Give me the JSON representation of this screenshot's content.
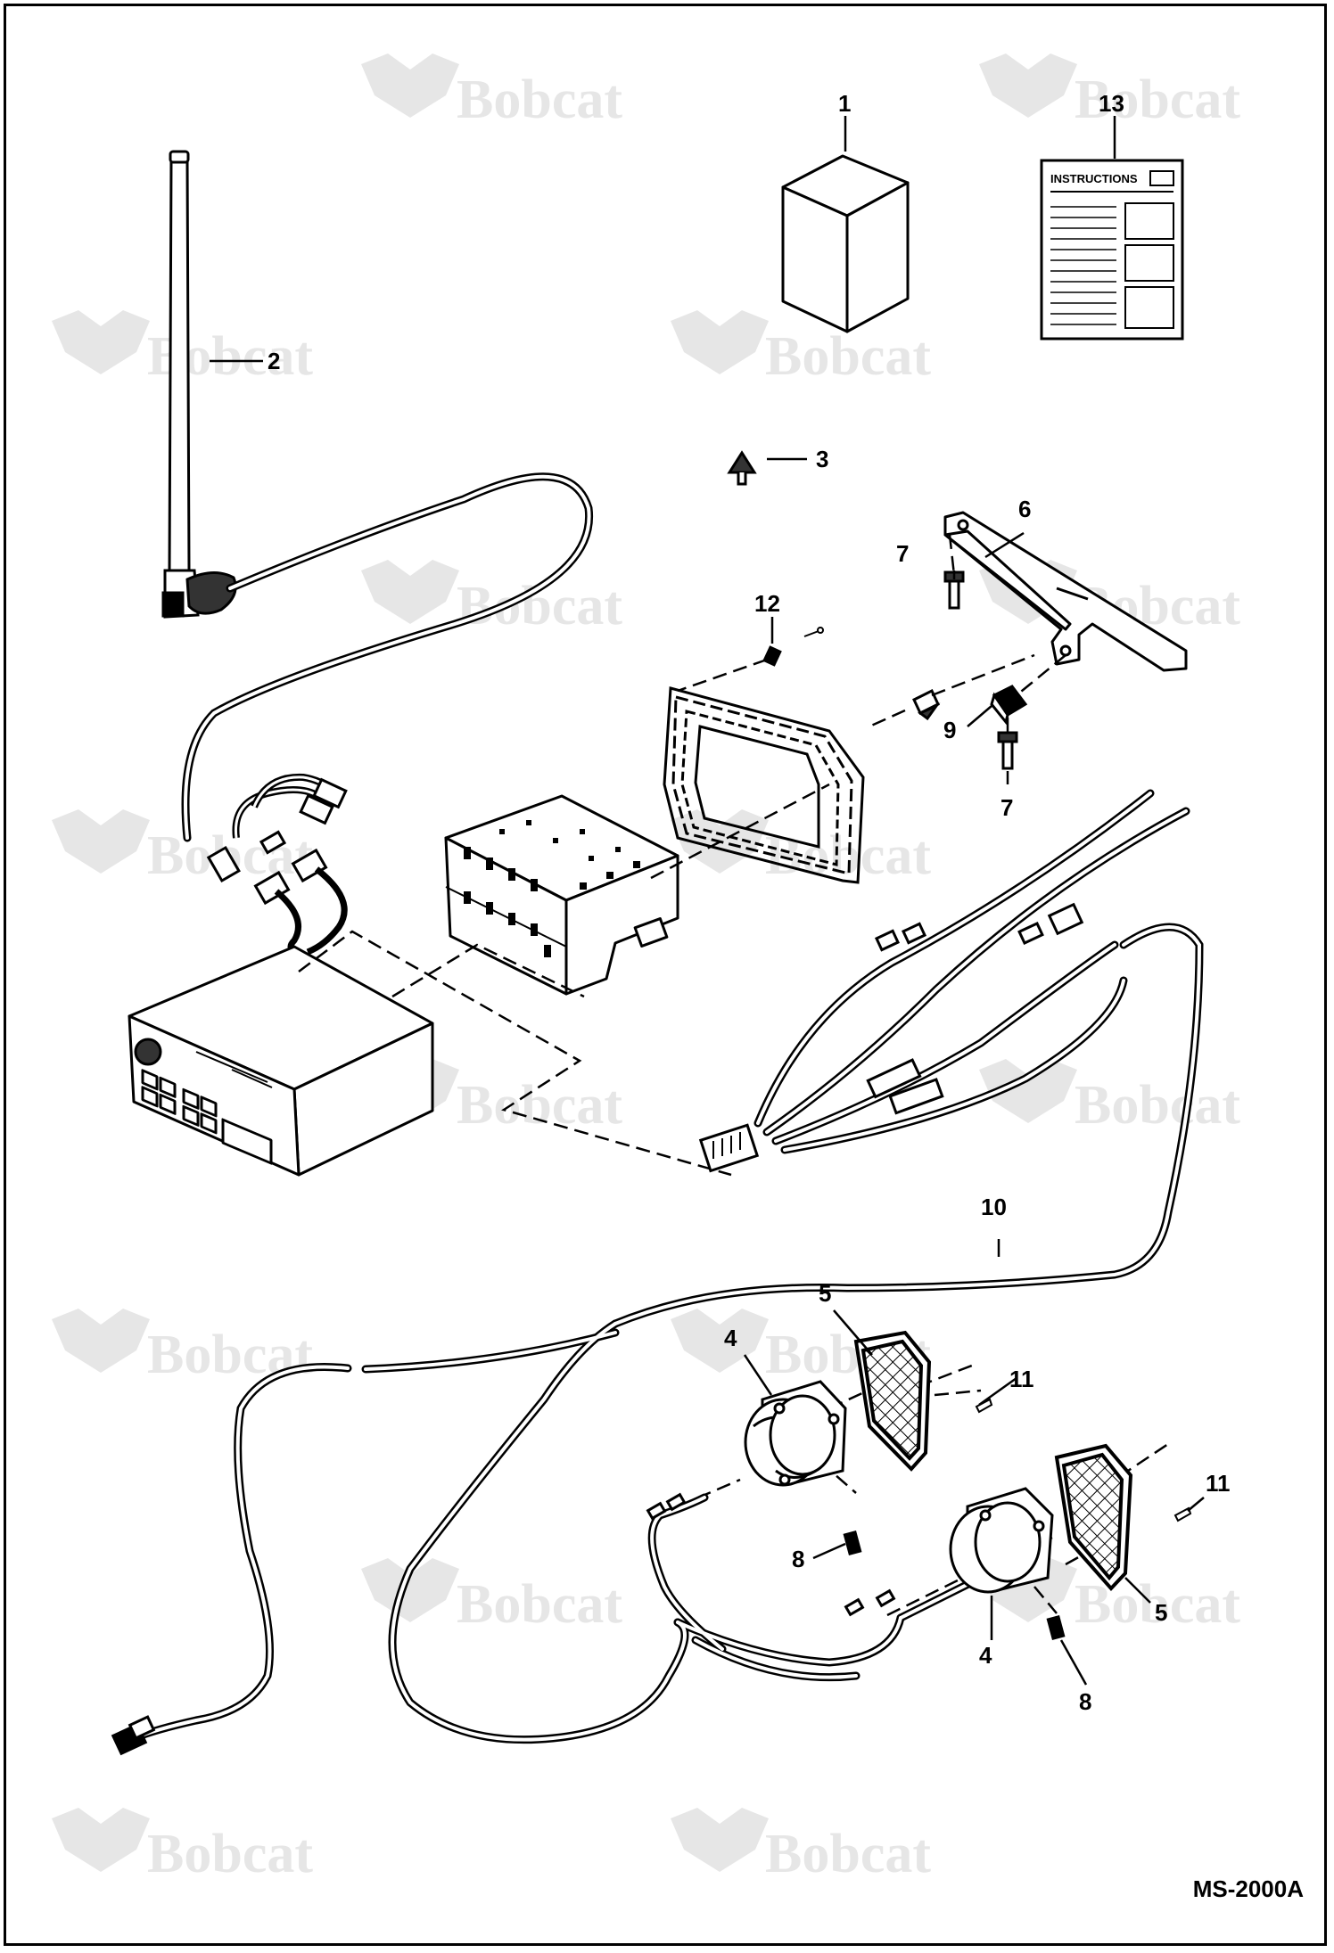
{
  "diagram": {
    "drawing_code": "MS-2000A",
    "watermark": "Bobcat",
    "instructions_label": "INSTRUCTIONS",
    "callouts": {
      "box": "1",
      "antenna": "2",
      "clip": "3",
      "speaker_left": "4",
      "speaker_right": "4",
      "grille_left": "5",
      "grille_right": "5",
      "bracket": "6",
      "screw_top": "7",
      "screw_bottom": "7",
      "screw_speaker_left": "8",
      "screw_speaker_right": "8",
      "nut": "9",
      "harness": "10",
      "screw_grille_left": "11",
      "screw_grille_right": "11",
      "fastener": "12",
      "instructions": "13"
    }
  }
}
